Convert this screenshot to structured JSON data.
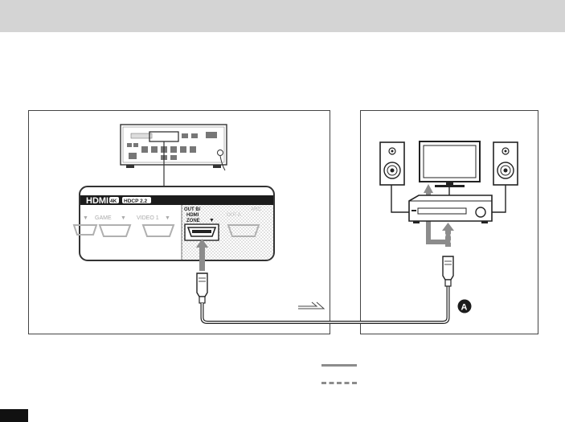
{
  "figure": {
    "rear_panel": {
      "section_label": "HDMI",
      "badge_4k": "4K",
      "badge_hdcp": "HDCP 2.2",
      "jack_labels": [
        "GAME",
        "VIDEO 1"
      ],
      "zone_jack_label": [
        "OUT B/",
        "HDMI",
        "ZONE"
      ],
      "faded_jack_label": [
        "OUT A",
        "ARC"
      ]
    },
    "callout": "A"
  },
  "colors": {
    "header_band": "#d4d4d4",
    "frame": "#444444",
    "signal_arrow": "#8c8c8c",
    "cable": "#222222"
  },
  "icons": [
    "receiver-rear-icon",
    "hdmi-plug-icon",
    "speaker-icon",
    "tv-icon",
    "receiver-front-icon",
    "flow-arrow-icon"
  ]
}
